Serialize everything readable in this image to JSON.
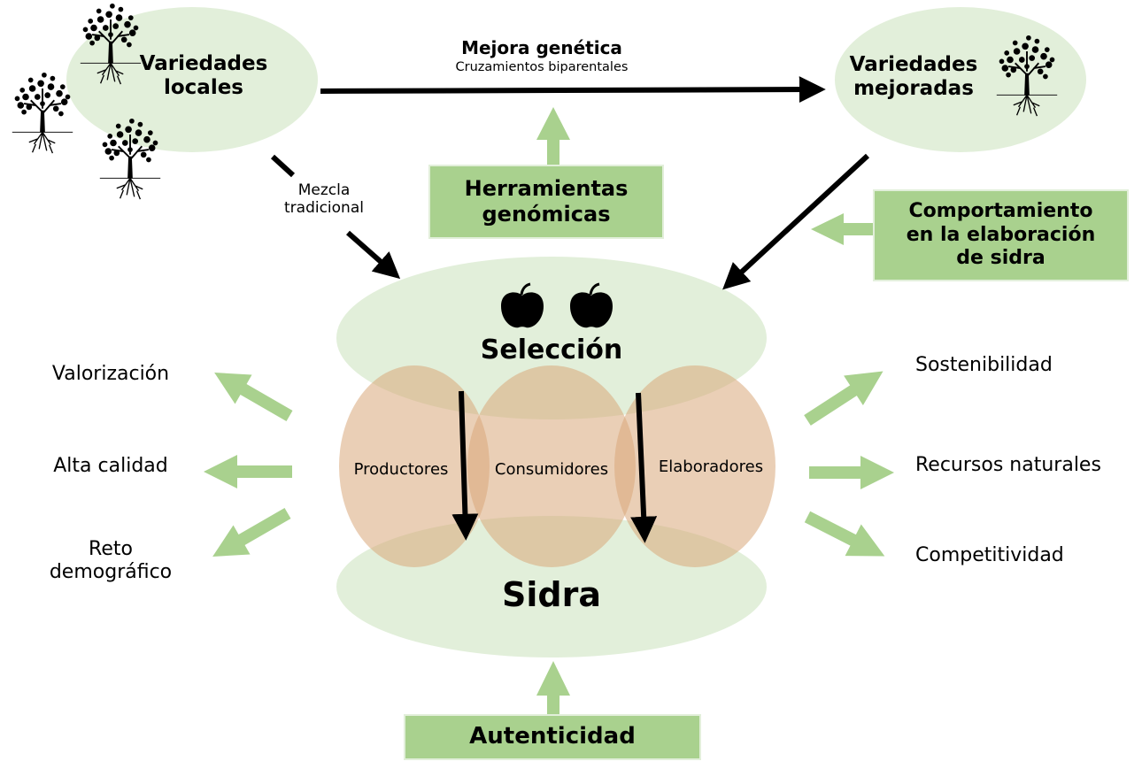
{
  "colors": {
    "pale_green": "#e2efda",
    "box_green": "#a9d18e",
    "arrow_green": "#a9d18e",
    "peach": "#d9a77a",
    "black": "#000000"
  },
  "nodes": {
    "local_varieties": {
      "line1": "Variedades",
      "line2": "locales"
    },
    "improved_varieties": {
      "line1": "Variedades",
      "line2": "mejoradas"
    },
    "selection": "Selección",
    "cider": "Sidra"
  },
  "edges": {
    "genetic_improvement": {
      "title": "Mejora genética",
      "subtitle": "Cruzamientos biparentales"
    },
    "traditional_blend": {
      "line1": "Mezcla",
      "line2": "tradicional"
    }
  },
  "boxes": {
    "genomic_tools": {
      "line1": "Herramientas",
      "line2": "genómicas"
    },
    "cider_behaviour": {
      "line1": "Comportamiento",
      "line2": "en la elaboración",
      "line3": "de sidra"
    },
    "authenticity": "Autenticidad"
  },
  "actors": [
    "Productores",
    "Consumidores",
    "Elaboradores"
  ],
  "outcomes_left": [
    "Valorización",
    "Alta calidad",
    "Reto",
    "demográfico"
  ],
  "outcomes_right": [
    "Sostenibilidad",
    "Recursos naturales",
    "Competitividad"
  ],
  "icons": [
    "tree-icon",
    "apple-icon"
  ]
}
